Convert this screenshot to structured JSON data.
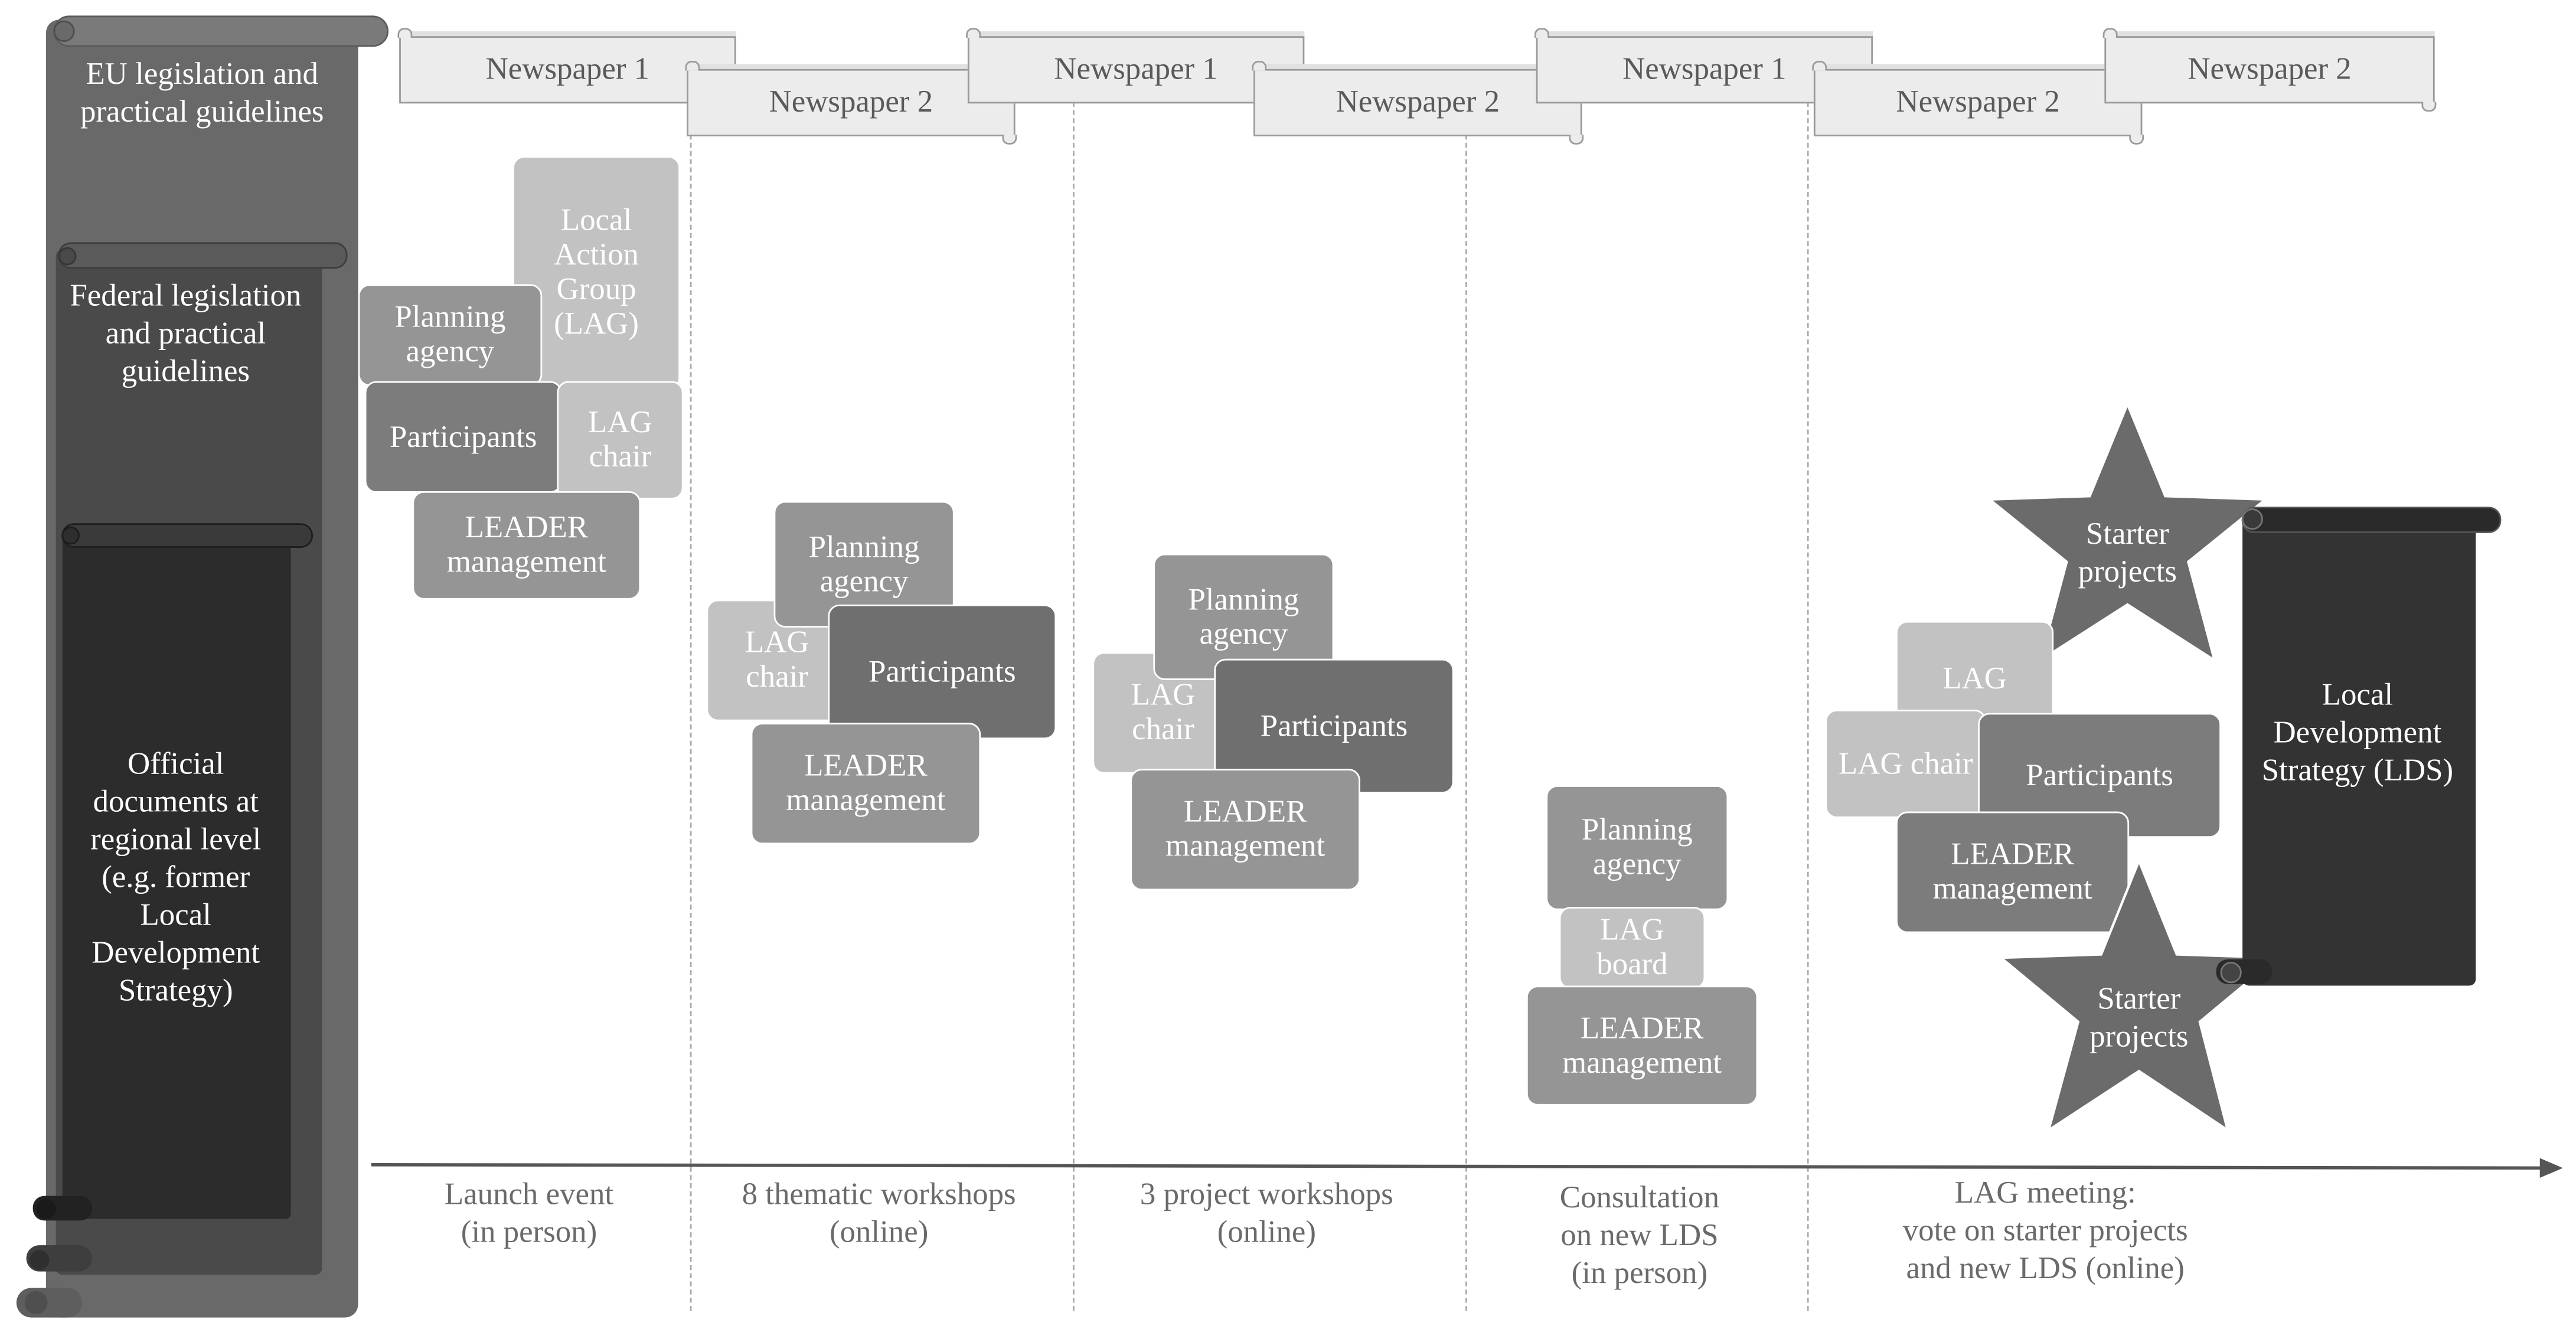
{
  "colors": {
    "scroll_outer": "#696969",
    "scroll_middle": "#4a4a4a",
    "scroll_inner": "#2c2c2c",
    "lds_scroll": "#333333",
    "light_box": "#c2c2c2",
    "mid_box": "#959595",
    "dark_box": "#7c7c7c",
    "star": "#6b6b6b"
  },
  "scrolls": {
    "eu": "EU legislation and practical guidelines",
    "federal": "Federal legislation and practical guidelines",
    "official": "Official documents at regional level (e.g. former Local Development Strategy)",
    "lds": "Local Development Strategy (LDS)"
  },
  "newspapers": [
    "Newspaper 1",
    "Newspaper 2",
    "Newspaper 1",
    "Newspaper 2",
    "Newspaper 1",
    "Newspaper 2",
    "Newspaper 2"
  ],
  "phases": [
    {
      "label": "Launch event",
      "sub": "(in person)"
    },
    {
      "label": "8 thematic workshops",
      "sub": "(online)"
    },
    {
      "label": "3 project workshops",
      "sub": "(online)"
    },
    {
      "label": "Consultation",
      "sub": "on new LDS",
      "sub2": "(in person)"
    },
    {
      "label": "LAG meeting:",
      "sub": "vote on starter projects",
      "sub2": "and new LDS (online)"
    }
  ],
  "stage1": {
    "lag": "Local Action Group (LAG)",
    "planning": "Planning agency",
    "participants": "Participants",
    "chair": "LAG chair",
    "leader": "LEADER management"
  },
  "stage2": {
    "planning": "Planning agency",
    "chair": "LAG chair",
    "participants": "Participants",
    "leader": "LEADER management"
  },
  "stage3": {
    "planning": "Planning agency",
    "chair": "LAG chair",
    "participants": "Participants",
    "leader": "LEADER management"
  },
  "stage4": {
    "planning": "Planning agency",
    "board": "LAG board",
    "leader": "LEADER management"
  },
  "stage5": {
    "lag": "LAG",
    "chair": "LAG chair",
    "participants": "Participants",
    "leader": "LEADER management",
    "star_top": "Starter projects",
    "star_bottom": "Starter projects"
  }
}
